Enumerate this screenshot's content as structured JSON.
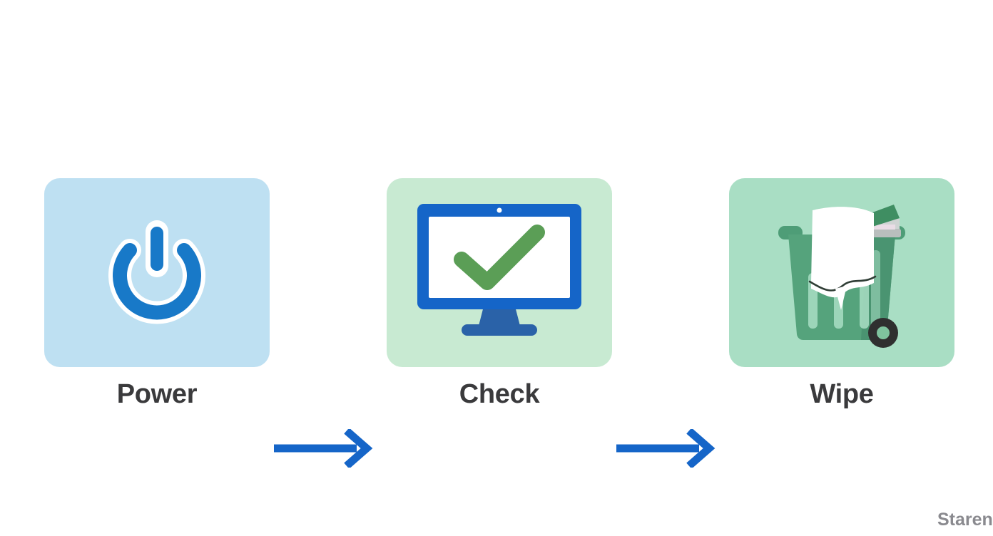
{
  "page": {
    "background_color": "#ffffff",
    "watermark": "Staren"
  },
  "diagram": {
    "type": "horizontal-process-flow",
    "step_count": 3,
    "arrow_color": "#1565C8",
    "label_color": "#3a3a3c",
    "steps": [
      {
        "id": "power",
        "label": "Power",
        "icon": "power-button-icon",
        "card_color": "#BEE0F2",
        "icon_color": "#1879C8",
        "icon_outline_color": "#ffffff"
      },
      {
        "id": "check",
        "label": "Check",
        "icon": "monitor-checkmark-icon",
        "card_color": "#C8EAD2",
        "icon_color": "#1565C8",
        "icon_accent_color": "#5B9E56",
        "icon_stand_color": "#2A62A8",
        "icon_screen_color": "#ffffff"
      },
      {
        "id": "wipe",
        "label": "Wipe",
        "icon": "trash-bin-cloth-icon",
        "card_color": "#A9DEC4",
        "icon_color": "#4E9D77",
        "icon_accent_color": "#ffffff",
        "icon_wheel_color": "#2F2F2F"
      }
    ],
    "arrows": [
      {
        "id": "arrow-power-to-check",
        "from": "power",
        "to": "check"
      },
      {
        "id": "arrow-check-to-wipe",
        "from": "check",
        "to": "wipe"
      }
    ]
  }
}
